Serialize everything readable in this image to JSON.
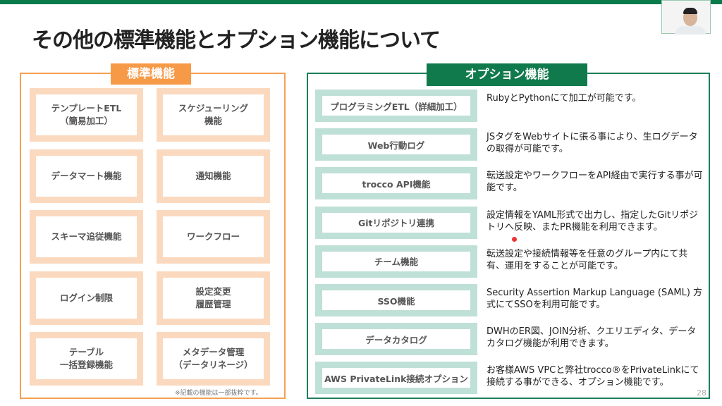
{
  "title": "その他の標準機能とオプション機能について",
  "standard": {
    "label": "標準機能",
    "items": [
      "テンプレートETL\n（簡易加工）",
      "スケジューリング\n機能",
      "データマート機能",
      "通知機能",
      "スキーマ追従機能",
      "ワークフロー",
      "ログイン制限",
      "設定変更\n履歴管理",
      "テーブル\n一括登録機能",
      "メタデータ管理\n（データリネージ）"
    ],
    "note": "※記載の機能は一部抜粋です。"
  },
  "options": {
    "label": "オプション機能",
    "items": [
      {
        "name": "プログラミングETL（詳細加工）",
        "desc": "RubyとPythonにて加工が可能です。"
      },
      {
        "name": "Web行動ログ",
        "desc": "JSタグをWebサイトに張る事により、生ログデータの取得が可能です。"
      },
      {
        "name": "trocco API機能",
        "desc": "転送設定やワークフローをAPI経由で実行する事が可能です。"
      },
      {
        "name": "Gitリポジトリ連携",
        "desc": "設定情報をYAML形式で出力し、指定したGitリポジトリへ反映、またPR機能を利用できます。"
      },
      {
        "name": "チーム機能",
        "desc": "転送設定や接続情報等を任意のグループ内にて共有、運用をすることが可能です。"
      },
      {
        "name": "SSO機能",
        "desc": "Security Assertion Markup Language (SAML) 方式にてSSOを利用可能です。"
      },
      {
        "name": "データカタログ",
        "desc": "DWHのER図、JOIN分析、クエリエディタ、データカタログ機能が利用できます。"
      },
      {
        "name": "AWS PrivateLink接続オプション",
        "desc": "お客様AWS VPCと弊社trocco®をPrivateLinkにて接続する事ができる、オプション機能です。"
      }
    ]
  },
  "page_number": "28"
}
